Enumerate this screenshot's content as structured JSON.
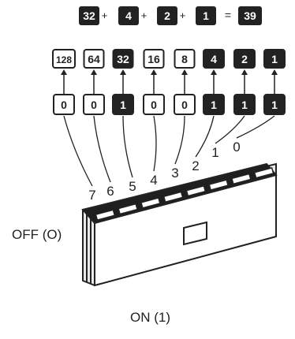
{
  "equation": {
    "terms": [
      "32",
      "4",
      "2",
      "1"
    ],
    "plus": "+",
    "equals": "=",
    "result": "39"
  },
  "place_values": [
    {
      "label": "128",
      "active": false
    },
    {
      "label": "64",
      "active": false
    },
    {
      "label": "32",
      "active": true
    },
    {
      "label": "16",
      "active": false
    },
    {
      "label": "8",
      "active": false
    },
    {
      "label": "4",
      "active": true
    },
    {
      "label": "2",
      "active": true
    },
    {
      "label": "1",
      "active": true
    }
  ],
  "bits": [
    {
      "value": "0",
      "active": false
    },
    {
      "value": "0",
      "active": false
    },
    {
      "value": "1",
      "active": true
    },
    {
      "value": "0",
      "active": false
    },
    {
      "value": "0",
      "active": false
    },
    {
      "value": "1",
      "active": true
    },
    {
      "value": "1",
      "active": true
    },
    {
      "value": "1",
      "active": true
    }
  ],
  "switch_numbers": [
    "7",
    "6",
    "5",
    "4",
    "3",
    "2",
    "1",
    "0"
  ],
  "labels": {
    "off": "OFF (O)",
    "on": "ON (1)"
  },
  "colors": {
    "active_fill": "#222222",
    "stroke": "#222222",
    "inactive_fill": "#ffffff"
  }
}
